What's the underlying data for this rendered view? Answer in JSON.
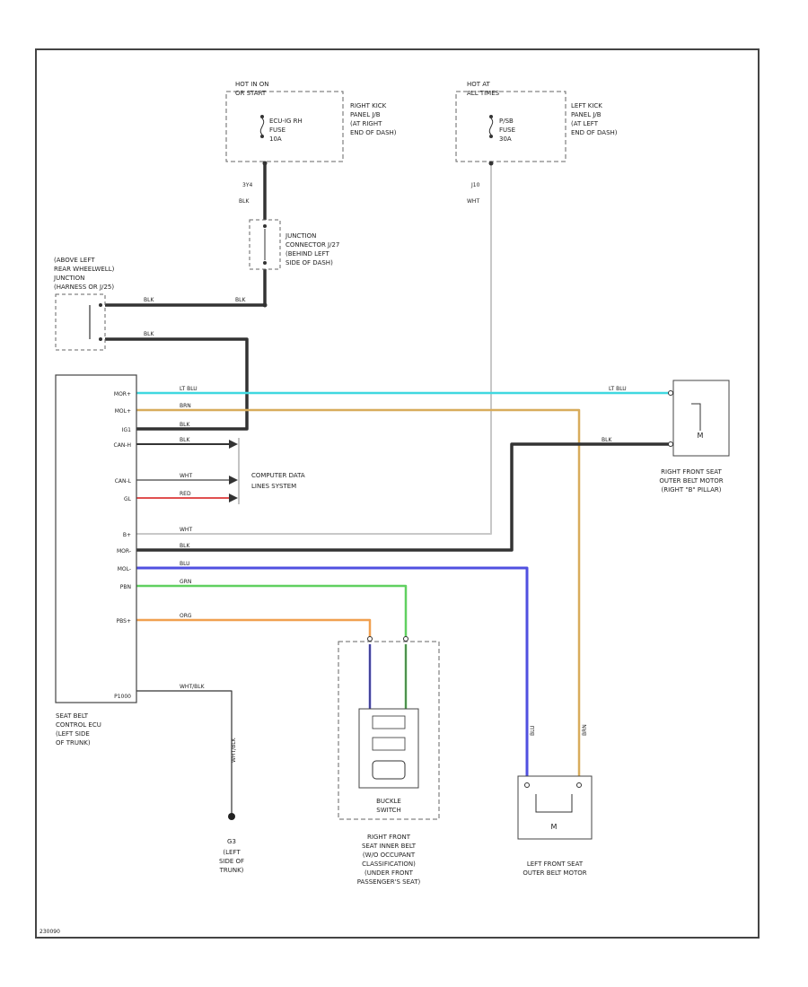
{
  "fuse_right": {
    "hot_line1": "HOT IN ON",
    "hot_line2": "OR START",
    "fuse_line1": "ECU-IG RH",
    "fuse_line2": "FUSE",
    "fuse_line3": "10A",
    "loc": [
      "RIGHT KICK",
      "PANEL J/B",
      "(AT RIGHT",
      "END OF DASH)"
    ],
    "conn": "3Y4",
    "wire": "BLK"
  },
  "fuse_left": {
    "hot_line1": "HOT AT",
    "hot_line2": "ALL TIMES",
    "fuse_line1": "P/SB",
    "fuse_line2": "FUSE",
    "fuse_line3": "30A",
    "loc": [
      "LEFT KICK",
      "PANEL J/B",
      "(AT LEFT",
      "END OF DASH)"
    ],
    "conn": "J10",
    "wire": "WHT"
  },
  "junction_connector": [
    "JUNCTION",
    "CONNECTOR J/27",
    "(BEHIND LEFT",
    "SIDE OF DASH)"
  ],
  "junction_block": [
    "(ABOVE LEFT",
    "REAR WHEELWELL)",
    "JUNCTION",
    "(HARNESS OR J/25)"
  ],
  "ecu": {
    "pins": [
      "MOR+",
      "MOL+",
      "IG1",
      "CAN-H",
      "CAN-L",
      "GL",
      "B+",
      "MOR-",
      "MOL-",
      "PBN",
      "PBS+"
    ],
    "conn": "P1000",
    "caption": [
      "SEAT BELT",
      "CONTROL ECU",
      "(LEFT SIDE",
      "OF TRUNK)"
    ]
  },
  "wires": {
    "lt_blu": "LT BLU",
    "brn": "BRN",
    "blk": "BLK",
    "wht": "WHT",
    "red": "RED",
    "blu": "BLU",
    "grn": "GRN",
    "org": "ORG",
    "wht_blk": "WHT/BLK"
  },
  "can_label": [
    "COMPUTER DATA",
    "LINES SYSTEM"
  ],
  "right_motor": {
    "caption": [
      "RIGHT FRONT SEAT",
      "OUTER BELT MOTOR",
      "(RIGHT \"B\" PILLAR)"
    ],
    "symbol": "M"
  },
  "left_motor": {
    "caption": [
      "LEFT FRONT SEAT",
      "OUTER BELT MOTOR"
    ],
    "symbol": "M"
  },
  "buckle": {
    "inner": [
      "BUCKLE",
      "SWITCH"
    ],
    "caption": [
      "RIGHT FRONT",
      "SEAT INNER BELT",
      "(W/O OCCUPANT",
      "CLASSIFICATION)",
      "(UNDER FRONT",
      "PASSENGER'S SEAT)"
    ]
  },
  "ground": {
    "label": "G3",
    "caption": [
      "(LEFT",
      "SIDE OF",
      "TRUNK)"
    ]
  },
  "figure_id": "230090",
  "colors": {
    "lt_blu": "#40d8e0",
    "brn": "#d8ac5c",
    "blk": "#333333",
    "wht": "#c8c8c8",
    "red": "#e05050",
    "blu": "#5050e0",
    "grn": "#60d060",
    "org": "#f0a050"
  }
}
